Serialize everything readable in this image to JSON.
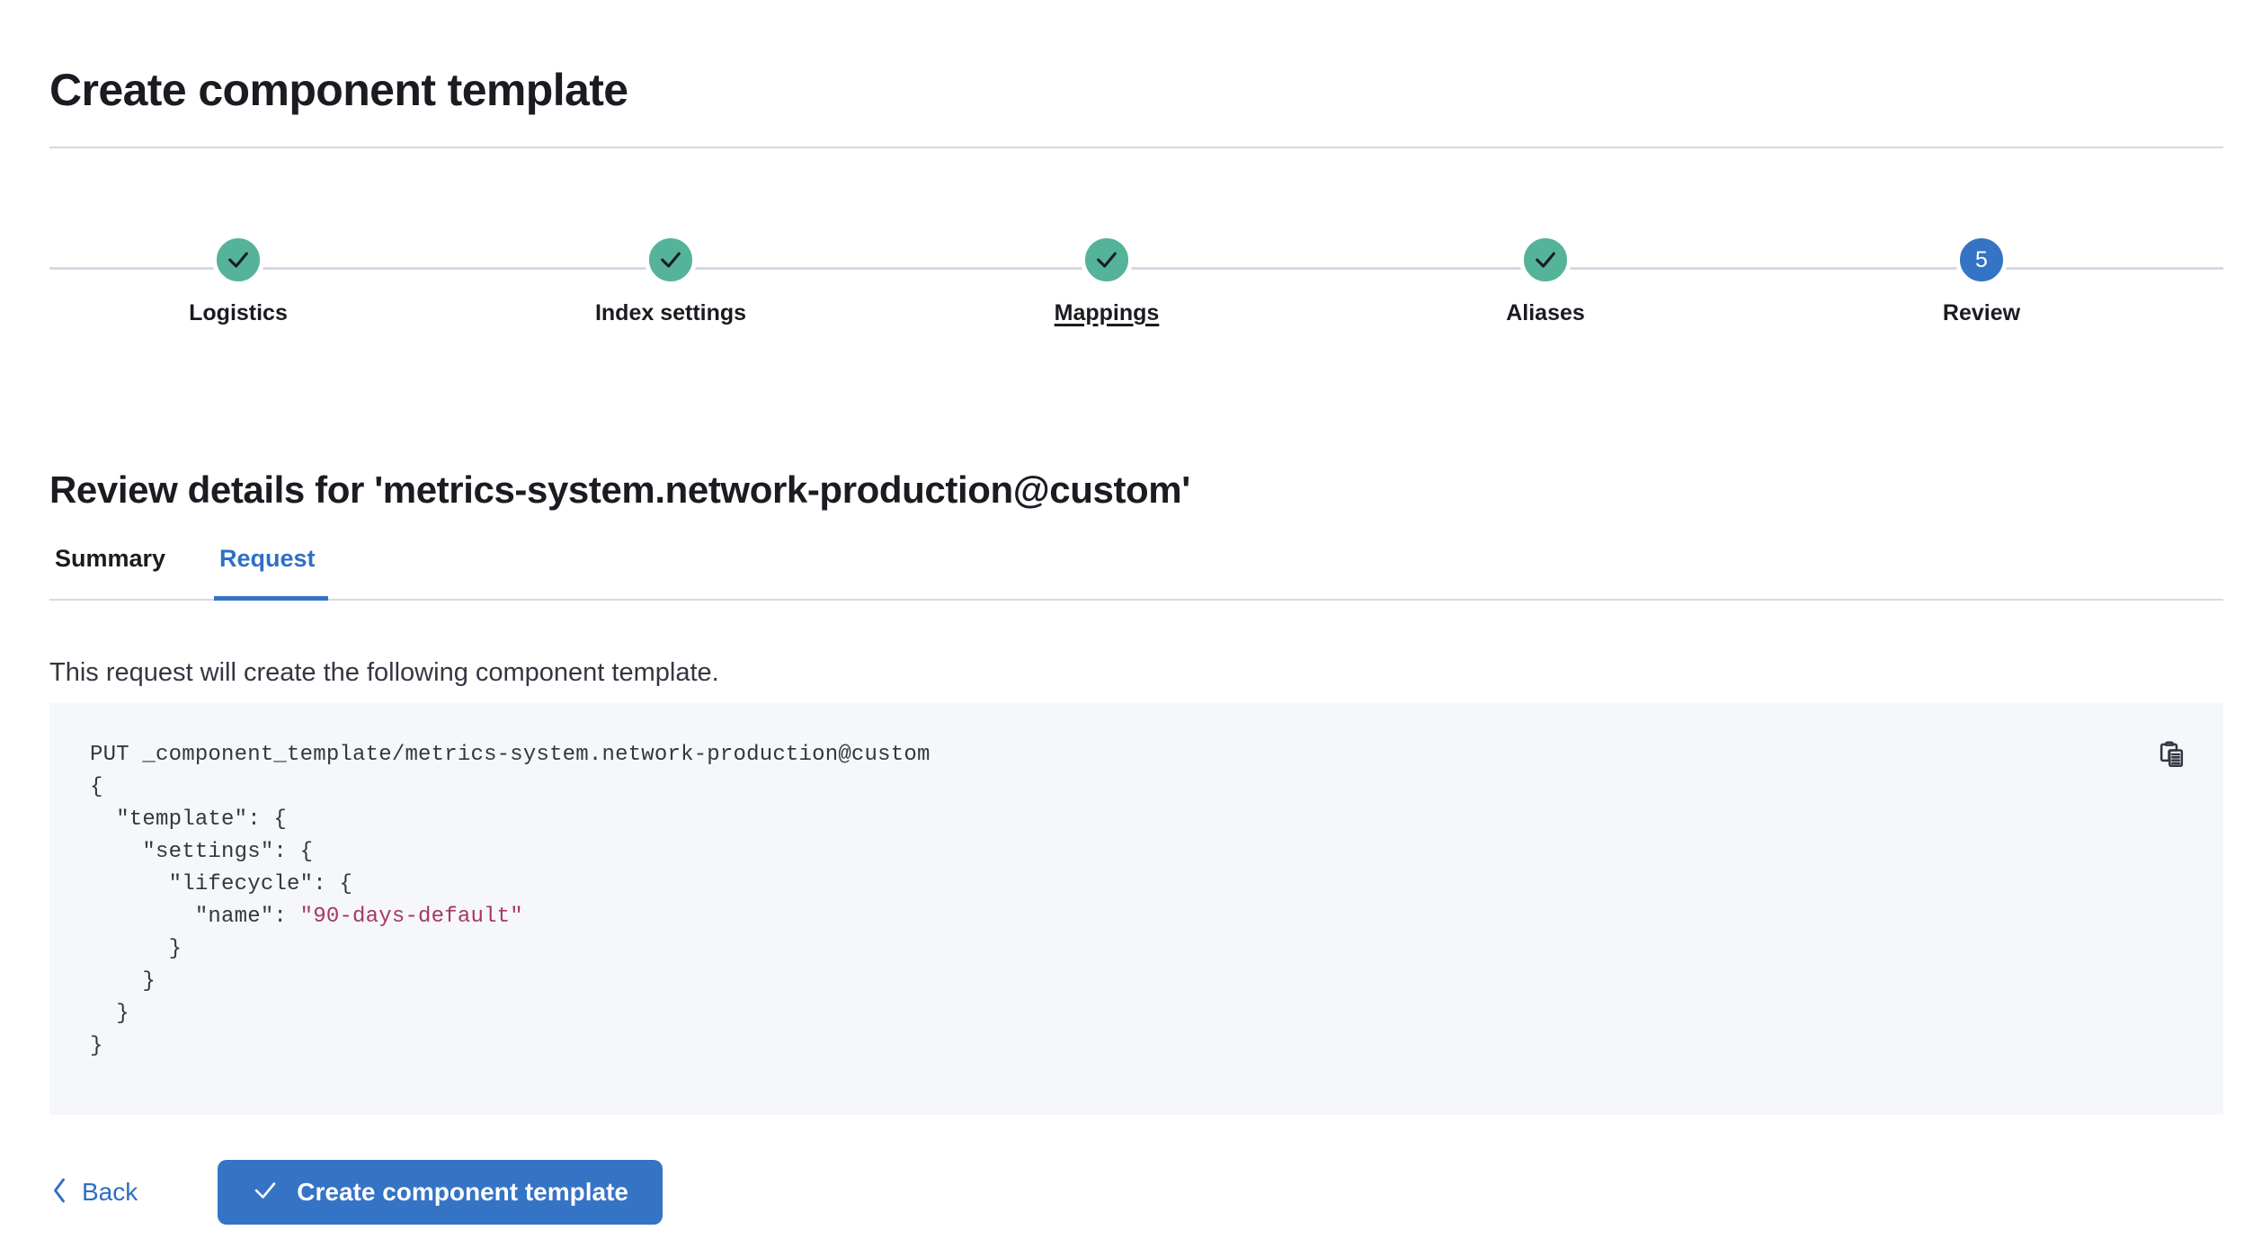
{
  "header": {
    "title": "Create component template"
  },
  "stepper": {
    "steps": [
      {
        "label": "Logistics",
        "state": "complete",
        "icon": "check-icon",
        "number": "1",
        "hovered": false
      },
      {
        "label": "Index settings",
        "state": "complete",
        "icon": "check-icon",
        "number": "2",
        "hovered": false
      },
      {
        "label": "Mappings",
        "state": "complete",
        "icon": "check-icon",
        "number": "3",
        "hovered": true
      },
      {
        "label": "Aliases",
        "state": "complete",
        "icon": "check-icon",
        "number": "4",
        "hovered": false
      },
      {
        "label": "Review",
        "state": "current",
        "icon": "step-number-5",
        "number": "5",
        "hovered": false
      }
    ],
    "colors": {
      "complete": "#54b399",
      "current": "#3573c5",
      "track": "#d3dae6"
    }
  },
  "review": {
    "heading": "Review details for 'metrics-system.network-production@custom'",
    "tabs": [
      {
        "label": "Summary",
        "active": false
      },
      {
        "label": "Request",
        "active": true
      }
    ],
    "description": "This request will create the following component template."
  },
  "code": {
    "copy_icon": "copy-clipboard-icon",
    "method_line": "PUT _component_template/metrics-system.network-production@custom",
    "lines": [
      "{",
      "  \"template\": {",
      "    \"settings\": {",
      "      \"lifecycle\": {"
    ],
    "value_line_prefix": "        \"name\": ",
    "value_line_value": "\"90-days-default\"",
    "closing_lines": [
      "      }",
      "    }",
      "  }",
      "}"
    ],
    "string_color": "#a8385d",
    "background": "#f5f7fa"
  },
  "footer": {
    "back_label": "Back",
    "back_icon": "chevron-left-icon",
    "create_label": "Create component template",
    "create_icon": "check-icon",
    "primary_color": "#3573c5"
  }
}
